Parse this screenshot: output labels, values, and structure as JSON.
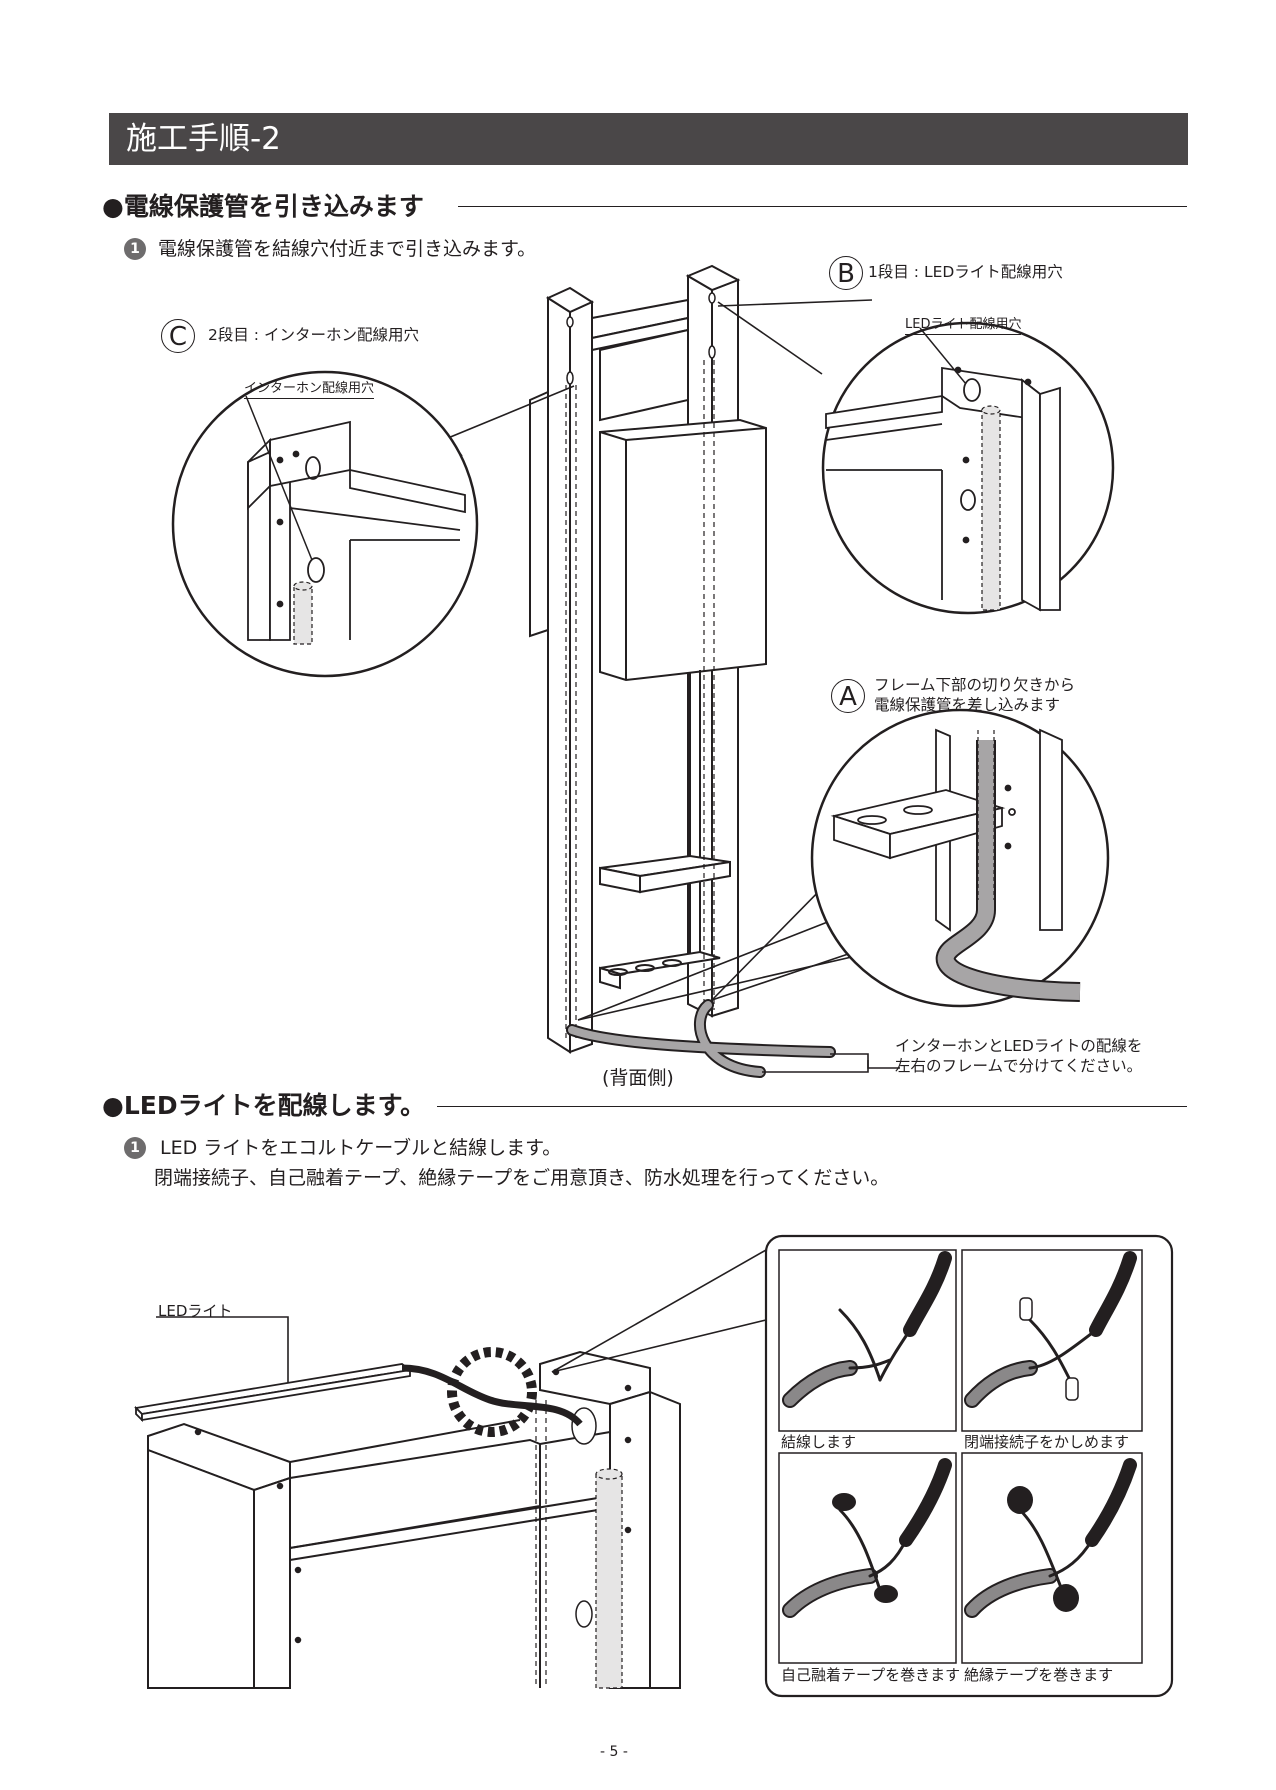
{
  "header": {
    "title": "施工手順-2"
  },
  "section1": {
    "title": "●電線保護管を引き込みます",
    "step_number": "1",
    "step_text": "電線保護管を結線穴付近まで引き込みます。",
    "callout_b": {
      "letter": "B",
      "label": "1段目 : LEDライト配線用穴",
      "detail_label": "LEDライト配線用穴"
    },
    "callout_c": {
      "letter": "C",
      "label": "2段目 : インターホン配線用穴",
      "detail_label": "インターホン配線用穴"
    },
    "callout_a": {
      "letter": "A",
      "line1": "フレーム下部の切り欠きから",
      "line2": "電線保護管を差し込みます"
    },
    "note": {
      "line1": "インターホンとLEDライトの配線を",
      "line2": "左右のフレームで分けてください。"
    },
    "view_label": "(背面側)"
  },
  "section2": {
    "title": "●LEDライトを配線します。",
    "step_number": "1",
    "step_line1": "LED ライトをエコルトケーブルと結線します。",
    "step_line2": "閉端接続子、自己融着テープ、絶縁テープをご用意頂き、防水処理を行ってください。",
    "led_label": "LEDライト",
    "panels": [
      {
        "caption": "結線します"
      },
      {
        "caption": "閉端接続子をかしめます"
      },
      {
        "caption": "自己融着テープを巻きます"
      },
      {
        "caption": "絶縁テープを巻きます"
      }
    ]
  },
  "footer": {
    "page": "- 5 -"
  }
}
